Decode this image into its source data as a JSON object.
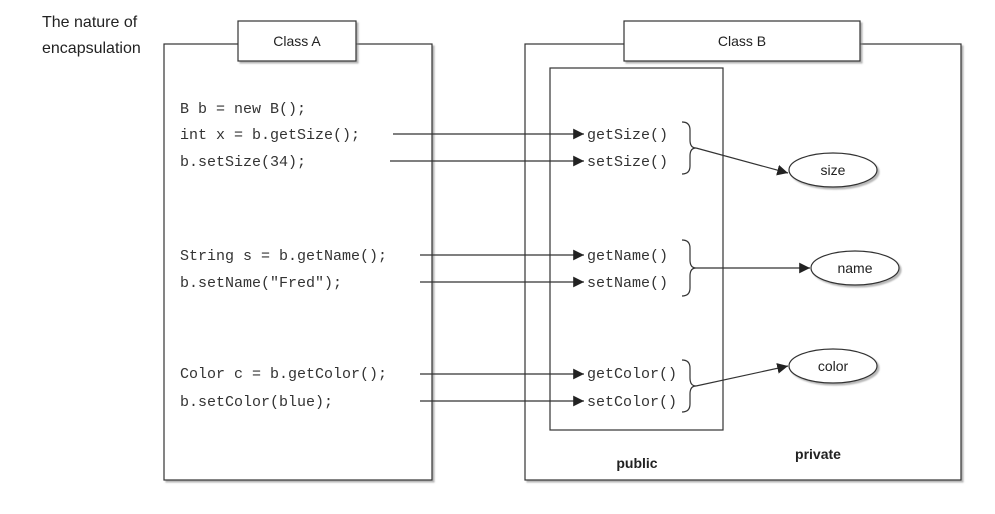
{
  "caption": {
    "line1": "The nature of",
    "line2": "encapsulation"
  },
  "class_a": {
    "label": "Class A",
    "code": [
      "B b = new B();",
      "int x = b.getSize();",
      "b.setSize(34);",
      "String s = b.getName();",
      "b.setName(\"Fred\");",
      "Color c = b.getColor();",
      "b.setColor(blue);"
    ]
  },
  "class_b": {
    "label": "Class B",
    "methods": [
      "getSize()",
      "setSize()",
      "getName()",
      "setName()",
      "getColor()",
      "setColor()"
    ],
    "fields": [
      "size",
      "name",
      "color"
    ],
    "public_label": "public",
    "private_label": "private"
  }
}
